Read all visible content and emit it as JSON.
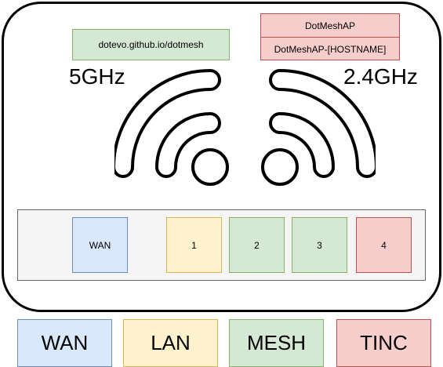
{
  "router": {
    "url": "dotevo.github.io/dotmesh",
    "ssids": [
      "DotMeshAP",
      "DotMeshAP-[HOSTNAME]"
    ],
    "bands": {
      "left": "5GHz",
      "right": "2.4GHz"
    },
    "wifi_icon_left": "wifi-signal-icon",
    "wifi_icon_right": "wifi-signal-icon"
  },
  "ports": [
    {
      "label": "WAN",
      "color": "#dae8fc"
    },
    {
      "label": "1",
      "color": "#fff2cc"
    },
    {
      "label": "2",
      "color": "#d5e8d4"
    },
    {
      "label": "3",
      "color": "#d5e8d4"
    },
    {
      "label": "4",
      "color": "#f8cecc"
    }
  ],
  "legend": [
    {
      "label": "WAN",
      "color": "#dae8fc"
    },
    {
      "label": "LAN",
      "color": "#fff2cc"
    },
    {
      "label": "MESH",
      "color": "#d5e8d4"
    },
    {
      "label": "TINC",
      "color": "#f8cecc"
    }
  ]
}
